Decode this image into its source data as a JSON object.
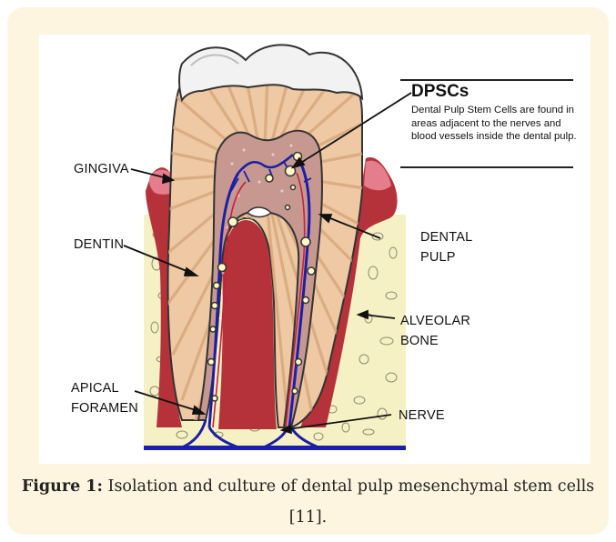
{
  "labels": {
    "gingiva": "GINGIVA",
    "dentin": "DENTIN",
    "dental_pulp_1": "DENTAL",
    "dental_pulp_2": "PULP",
    "alveolar_1": "ALVEOLAR",
    "alveolar_2": "BONE",
    "apical_1": "APICAL",
    "apical_2": "FORAMEN",
    "nerve": "NERVE"
  },
  "callout": {
    "title": "DPSCs",
    "description": "Dental Pulp Stem Cells are found in areas adjacent to the nerves and blood vessels inside the dental pulp."
  },
  "caption": {
    "prefix": "Figure 1:",
    "text": "Isolation and culture of dental pulp mesenchymal stem cells [11]."
  },
  "colors": {
    "frame": "#fdf5df",
    "bone": "#f6f1c4",
    "gum": "#b5323a",
    "dentin": "#eec9a3",
    "pulp": "#c79890",
    "enamel": "#f2f2f2",
    "nerve": "#1b1fa6",
    "vessel": "#c8203a"
  }
}
